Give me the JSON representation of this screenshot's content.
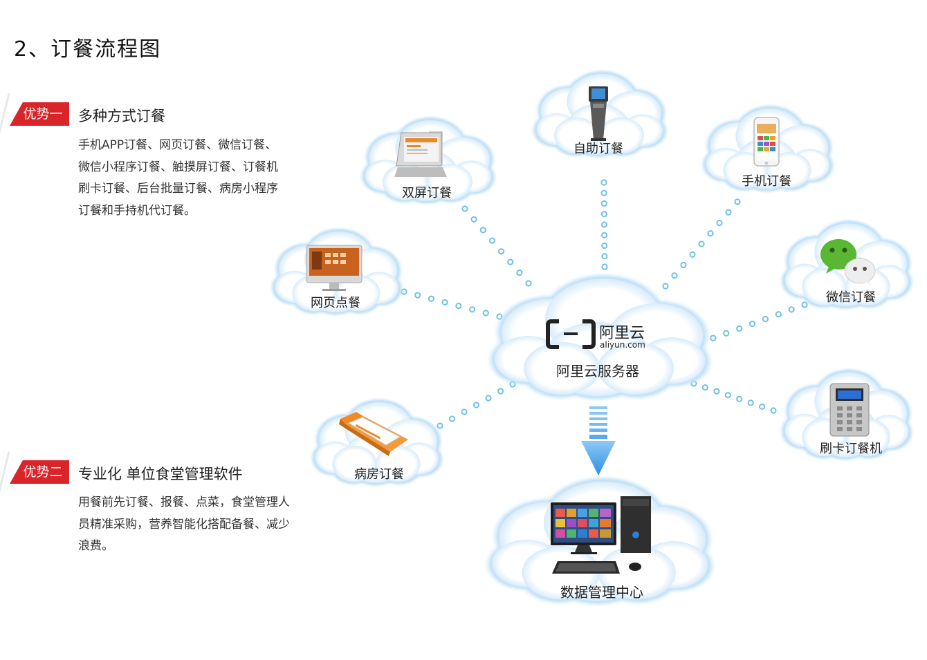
{
  "page_title": "2、订餐流程图",
  "advantages": [
    {
      "tag": "优势一",
      "heading": "多种方式订餐",
      "lines": [
        "手机APP订餐、网页订餐、微信订餐、",
        "微信小程序订餐、触摸屏订餐、订餐机",
        "刷卡订餐、后台批量订餐、病房小程序",
        "订餐和手持机代订餐。"
      ]
    },
    {
      "tag": "优势二",
      "heading": "专业化 单位食堂管理软件",
      "lines": [
        "用餐前先订餐、报餐、点菜，食堂管理人",
        "员精准采购，营养智能化搭配备餐、减少",
        "浪费。"
      ]
    }
  ],
  "diagram": {
    "center": {
      "logo_cn": "阿里云",
      "logo_en": "aliyun.com",
      "label": "阿里云服务器"
    },
    "nodes": {
      "self_service": "自助订餐",
      "dual_screen": "双屏订餐",
      "mobile": "手机订餐",
      "web": "网页点餐",
      "wechat": "微信订餐",
      "ward": "病房订餐",
      "card": "刷卡订餐机",
      "data_center": "数据管理中心"
    },
    "colors": {
      "accent": "#d9242a",
      "cloud_edge": "#c9e3f7",
      "dots": "#6fc1e8",
      "arrow": "#3d9be9"
    }
  }
}
